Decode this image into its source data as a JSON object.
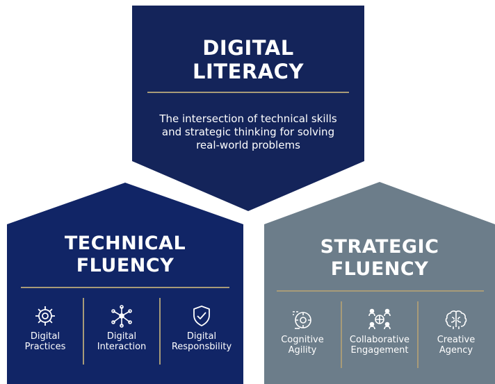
{
  "top": {
    "title_line1": "DIGITAL",
    "title_line2": "LITERACY",
    "desc_line1": "The intersection of technical skills",
    "desc_line2": "and strategic thinking for solving",
    "desc_line3": "real-world problems",
    "color": "#14245a"
  },
  "left": {
    "title_line1": "TECHNICAL",
    "title_line2": "FLUENCY",
    "color": "#112566",
    "items": [
      {
        "icon": "gear-icon",
        "label_line1": "Digital",
        "label_line2": "Practices"
      },
      {
        "icon": "network-icon",
        "label_line1": "Digital",
        "label_line2": "Interaction"
      },
      {
        "icon": "shield-check-icon",
        "label_line1": "Digital",
        "label_line2": "Responsbility"
      }
    ]
  },
  "right": {
    "title_line1": "STRATEGIC",
    "title_line2": "FLUENCY",
    "color": "#6c7d8a",
    "items": [
      {
        "icon": "cognitive-agility-icon",
        "label_line1": "Cognitive",
        "label_line2": "Agility"
      },
      {
        "icon": "collaboration-icon",
        "label_line1": "Collaborative",
        "label_line2": "Engagement"
      },
      {
        "icon": "brain-icon",
        "label_line1": "Creative",
        "label_line2": "Agency"
      }
    ]
  },
  "accent_color": "#a89b78"
}
